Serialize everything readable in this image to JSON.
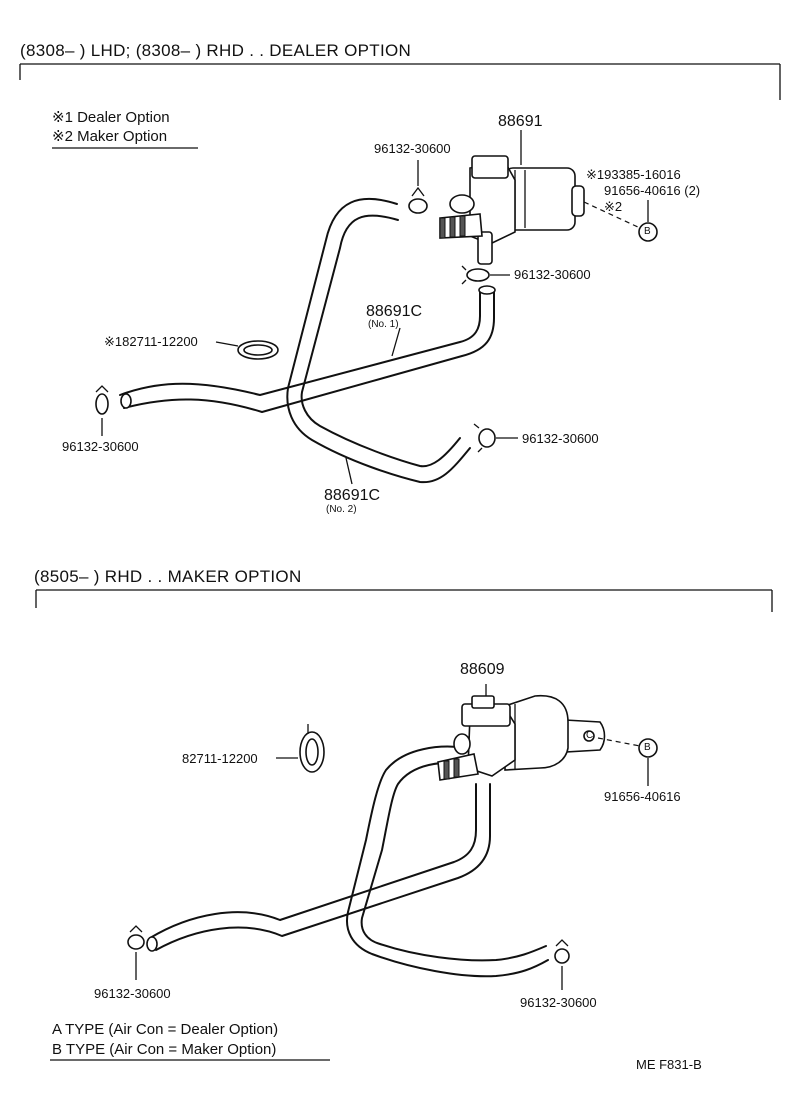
{
  "section1": {
    "header": "(8308–        ) LHD; (8308–        ) RHD . . DEALER  OPTION",
    "legend": {
      "line1": "※1 Dealer Option",
      "line2": "※2 Maker Option"
    },
    "labels": {
      "valve": "88691",
      "clamp_top": "96132-30600",
      "bolt_ref": "※193385-16016",
      "bolt": "91656-40616 (2)",
      "bolt_note": "※2",
      "ref_b": "B",
      "clamp_right_upper": "96132-30600",
      "hose_no1": "88691C",
      "hose_no1_sub": "(No. 1)",
      "band": "※182711-12200",
      "clamp_left": "96132-30600",
      "clamp_right_lower": "96132-30600",
      "hose_no2": "88691C",
      "hose_no2_sub": "(No. 2)"
    }
  },
  "section2": {
    "header": "(8505–        ) RHD . . MAKER  OPTION",
    "labels": {
      "valve": "88609",
      "band": "82711-12200",
      "ref_c": "C",
      "ref_b": "B",
      "bolt": "91656-40616",
      "clamp_left": "96132-30600",
      "clamp_right": "96132-30600"
    }
  },
  "footer": {
    "type_a": "A  TYPE (Air Con = Dealer Option)",
    "type_b": "B  TYPE (Air Con = Maker Option)",
    "code": "ME  F831-B"
  }
}
